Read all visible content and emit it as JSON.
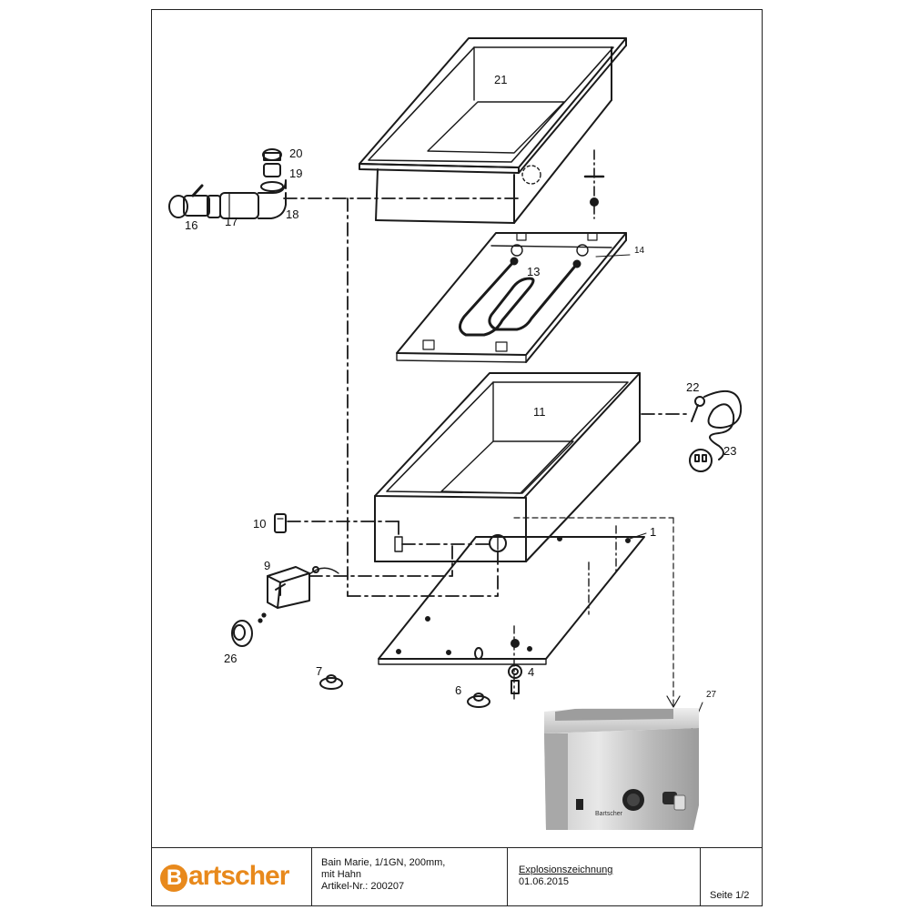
{
  "parts": {
    "p1": "1",
    "p4": "4",
    "p6": "6",
    "p7": "7",
    "p9": "9",
    "p10": "10",
    "p11": "11",
    "p13": "13",
    "p14": "14",
    "p16": "16",
    "p17": "17",
    "p18": "18",
    "p19": "19",
    "p20": "20",
    "p21": "21",
    "p22": "22",
    "p23": "23",
    "p26": "26",
    "p27": "27"
  },
  "photo": {
    "brand": "Bartscher"
  },
  "titleblock": {
    "brand": "artscher",
    "brand_initial": "B",
    "product_line1": "Bain Marie, 1/1GN, 200mm,",
    "product_line2": "mit Hahn",
    "article": "Artikel-Nr.: 200207",
    "doc_type": "Explosionszeichnung",
    "date": "01.06.2015",
    "page": "Seite 1/2"
  },
  "colors": {
    "brand": "#e8891c",
    "line": "#1a1a1a"
  }
}
